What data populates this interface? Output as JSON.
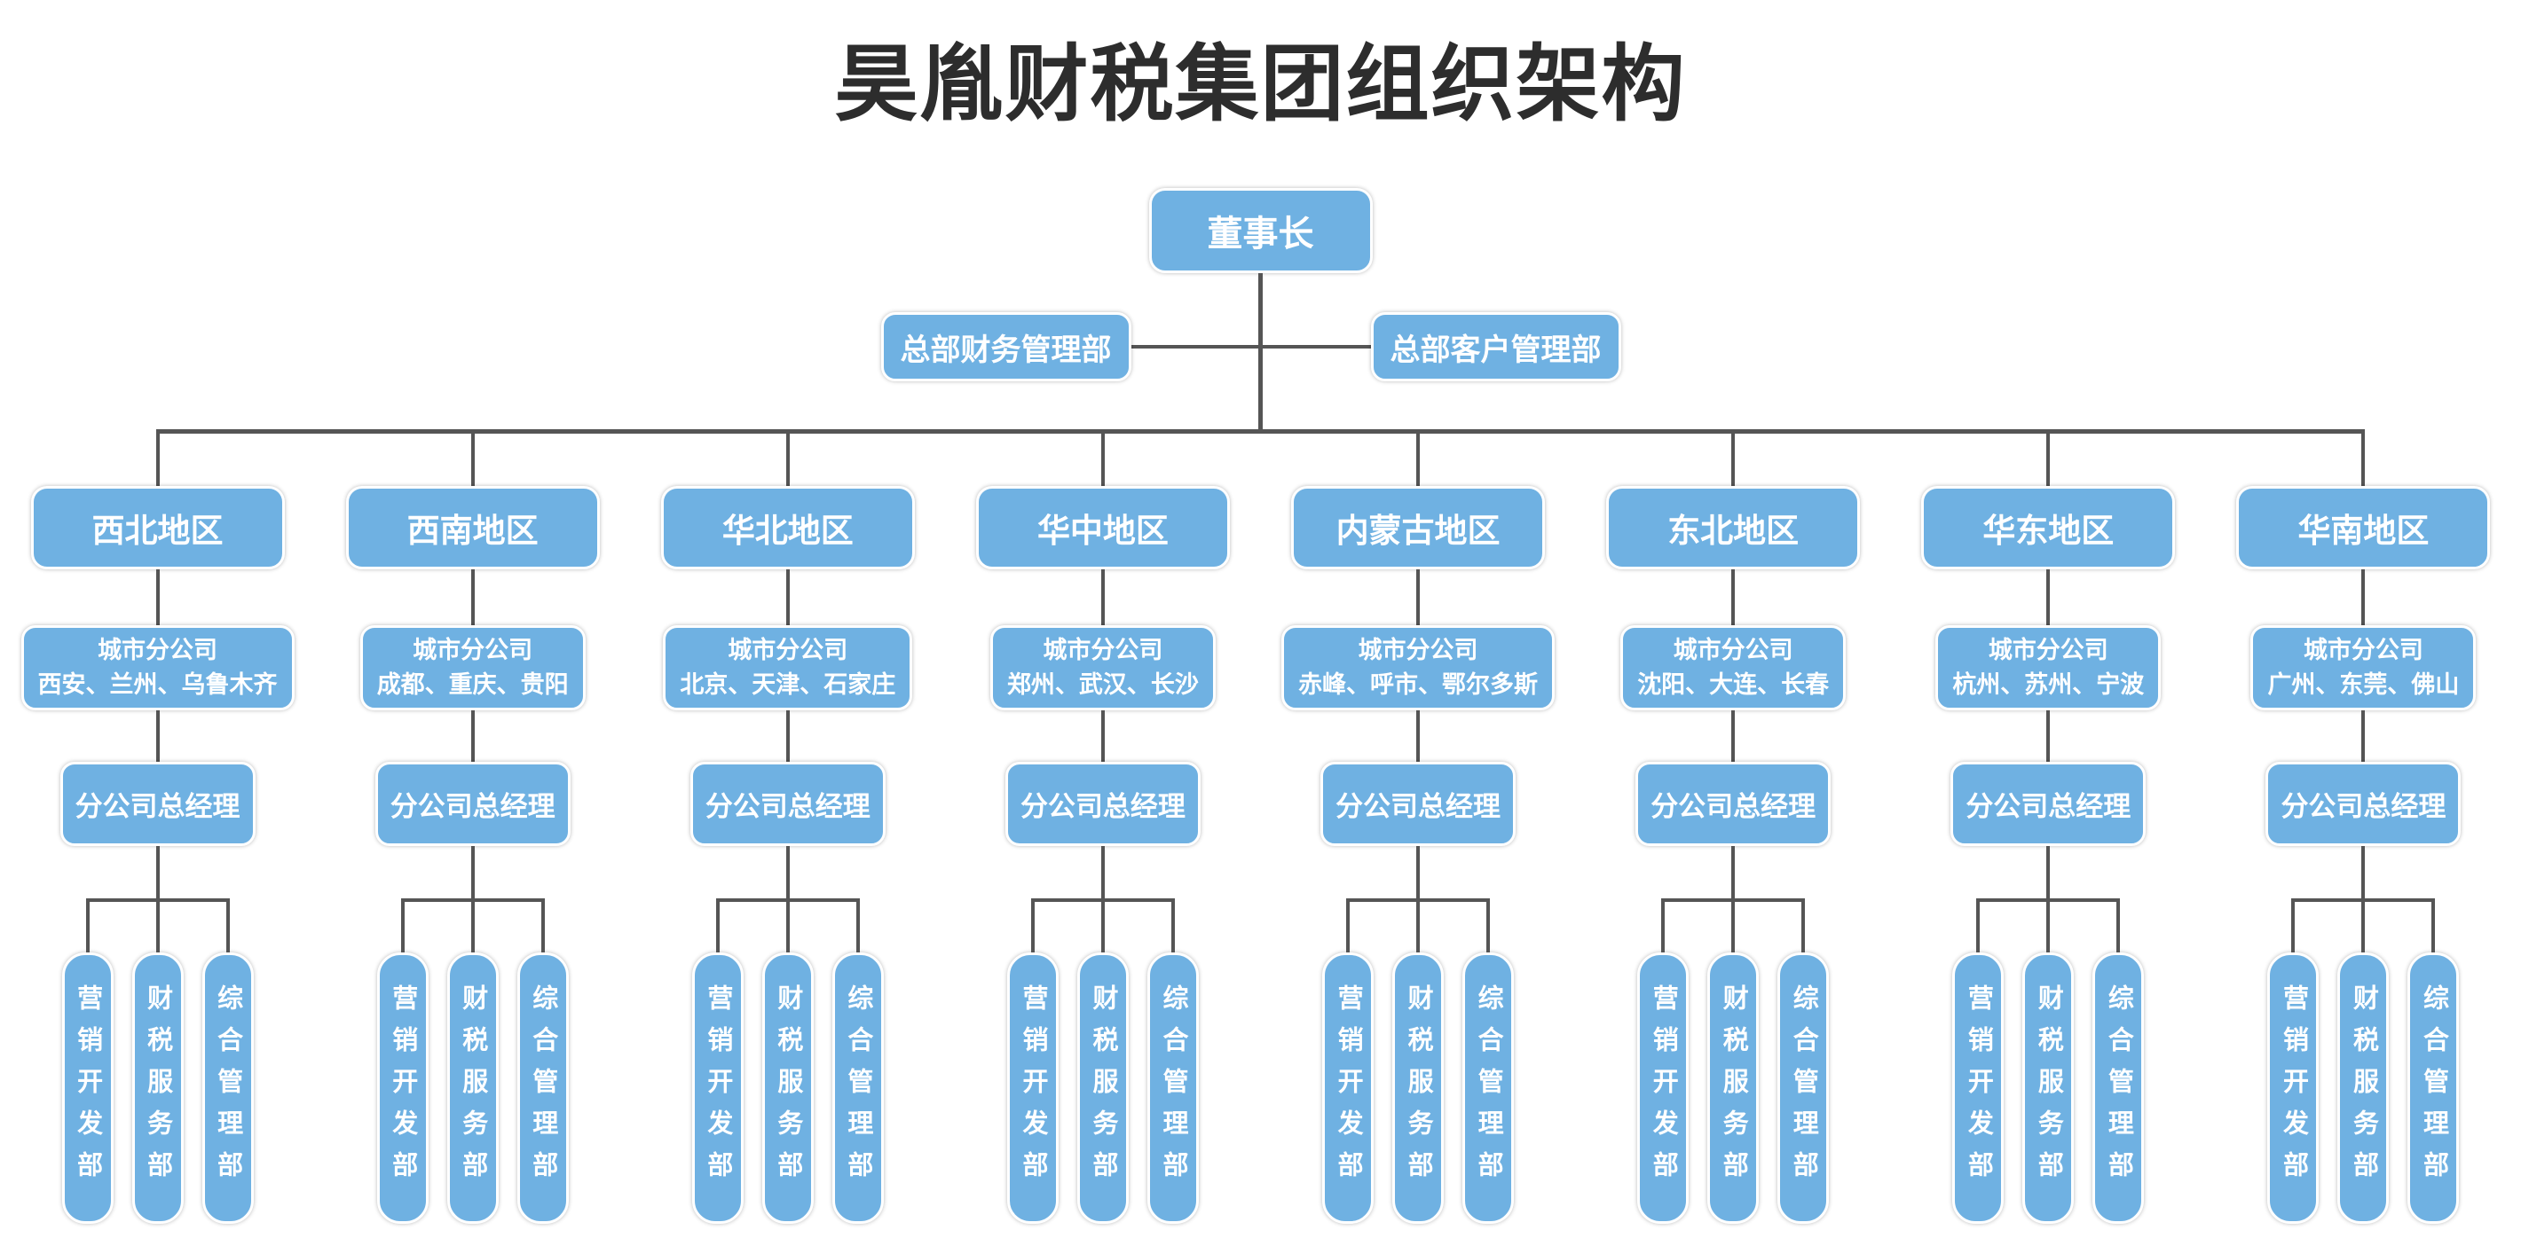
{
  "title": "昊胤财税集团组织架构",
  "chairman": "董事长",
  "hq_departments": [
    "总部财务管理部",
    "总部客户管理部"
  ],
  "labels": {
    "city_branch": "城市分公司",
    "general_manager": "分公司总经理"
  },
  "departments": [
    "营销开发部",
    "财税服务部",
    "综合管理部"
  ],
  "regions": [
    {
      "name": "西北地区",
      "cities": "西安、兰州、乌鲁木齐"
    },
    {
      "name": "西南地区",
      "cities": "成都、重庆、贵阳"
    },
    {
      "name": "华北地区",
      "cities": "北京、天津、石家庄"
    },
    {
      "name": "华中地区",
      "cities": "郑州、武汉、长沙"
    },
    {
      "name": "内蒙古地区",
      "cities": "赤峰、呼市、鄂尔多斯"
    },
    {
      "name": "东北地区",
      "cities": "沈阳、大连、长春"
    },
    {
      "name": "华东地区",
      "cities": "杭州、苏州、宁波"
    },
    {
      "name": "华南地区",
      "cities": "广州、东莞、佛山"
    }
  ],
  "colors": {
    "node_blue": "#6FB1E2",
    "connector": "#555555",
    "node_text": "#FFFFFF",
    "title_text": "#2D2D2D"
  }
}
